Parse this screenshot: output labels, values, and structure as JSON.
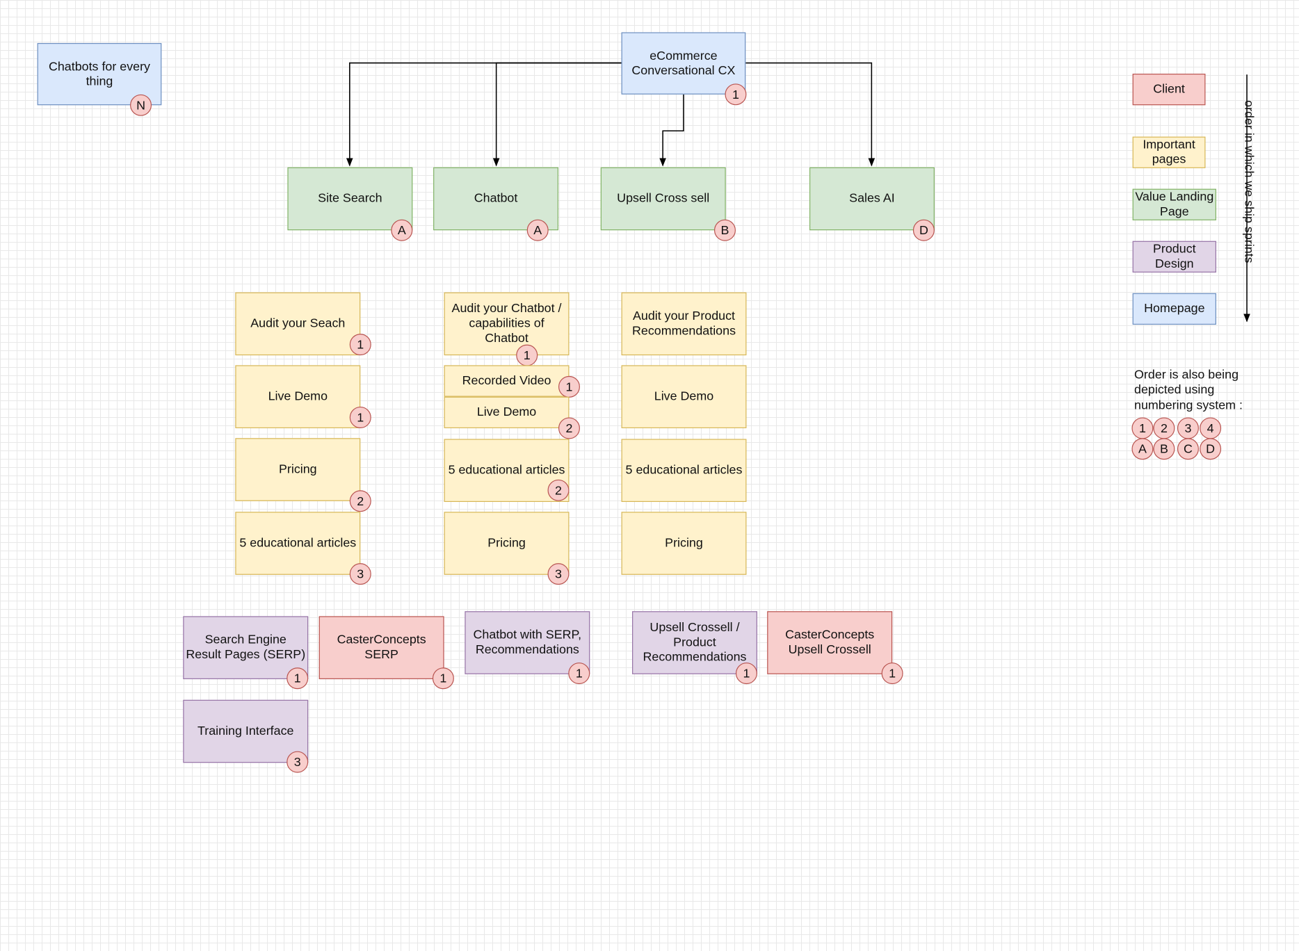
{
  "nodes": {
    "chatbots_every_thing": "Chatbots for every thing",
    "root": "eCommerce Conversational CX",
    "site_search": "Site Search",
    "chatbot": "Chatbot",
    "upsell": "Upsell Cross sell",
    "sales_ai": "Sales AI",
    "ss_audit": "Audit your Seach",
    "ss_demo": "Live Demo",
    "ss_pricing": "Pricing",
    "ss_articles": "5 educational articles",
    "cb_audit": "Audit your Chatbot / capabilities of Chatbot",
    "cb_video": "Recorded Video",
    "cb_demo": "Live Demo",
    "cb_articles": "5 educational articles",
    "cb_pricing": "Pricing",
    "up_audit": "Audit your Product Recommendations",
    "up_demo": "Live Demo",
    "up_articles": "5 educational articles",
    "up_pricing": "Pricing",
    "serp": "Search Engine Result Pages (SERP)",
    "cc_serp": "CasterConcepts SERP",
    "chatbot_serp": "Chatbot with SERP, Recommendations",
    "upsell_reco": "Upsell Crossell / Product Recommendations",
    "cc_upsell": "CasterConcepts Upsell Crossell",
    "training": "Training Interface"
  },
  "badges": {
    "chatbots_every_thing": "N",
    "root": "1",
    "site_search": "A",
    "chatbot": "A",
    "upsell": "B",
    "sales_ai": "D",
    "ss_audit": "1",
    "ss_demo": "1",
    "ss_pricing": "2",
    "ss_articles": "3",
    "cb_audit": "1",
    "cb_video": "1",
    "cb_demo": "2",
    "cb_articles": "2",
    "cb_pricing": "3",
    "serp": "1",
    "cc_serp": "1",
    "chatbot_serp": "1",
    "upsell_reco": "1",
    "cc_upsell": "1",
    "training": "3"
  },
  "legend": {
    "client": "Client",
    "important": "Important pages",
    "value_landing": "Value Landing Page",
    "product_design": "Product Design",
    "homepage": "Homepage",
    "arrow_label": "order in which we ship sprints",
    "numbering_note": "Order is also being depicted using numbering system :",
    "numbers": [
      "1",
      "2",
      "3",
      "4"
    ],
    "letters": [
      "A",
      "B",
      "C",
      "D"
    ]
  },
  "colors": {
    "blue_fill": "#dae8fc",
    "blue_stroke": "#6c8ebf",
    "green_fill": "#d5e8d4",
    "green_stroke": "#82b366",
    "yellow_fill": "#fff2cc",
    "yellow_stroke": "#d6b656",
    "purple_fill": "#e1d5e7",
    "purple_stroke": "#9673a6",
    "red_fill": "#f8cecc",
    "red_stroke": "#b85450"
  }
}
